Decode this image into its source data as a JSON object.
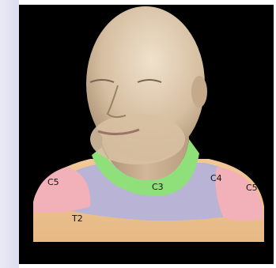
{
  "labels": {
    "c5_left": "C5",
    "c3": "C3",
    "c4": "C4",
    "c5_right": "C5",
    "t2": "T2"
  },
  "colors": {
    "background": "#000000",
    "skin": "#d9c2a4",
    "c3": "#8fe07a",
    "c4": "#b9b3d6",
    "c5": "#f2b0b8",
    "t2": "#f0c48e"
  }
}
